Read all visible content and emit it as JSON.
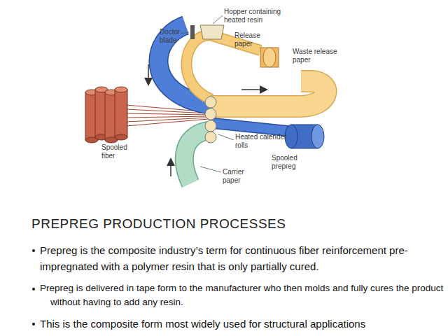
{
  "diagram": {
    "title": "PREPREG PRODUCTION PROCESSES",
    "labels": [
      "Hopper containing heated resin",
      "Doctor blade",
      "Release paper",
      "Waste release paper",
      "Spooled fiber",
      "Heated calender rolls",
      "Spooled prepreg",
      "Carrier paper",
      "Prepreg is the composite industry’s term for continuous fiber reinforcement pre-impregnated with a polymer resin that is only partially cured.",
      "Prepreg is delivered in tape form to the manufacturer who then molds and fully cures the product without having to add any resin.",
      "This is the composite form most widely used for structural applications"
    ]
  }
}
